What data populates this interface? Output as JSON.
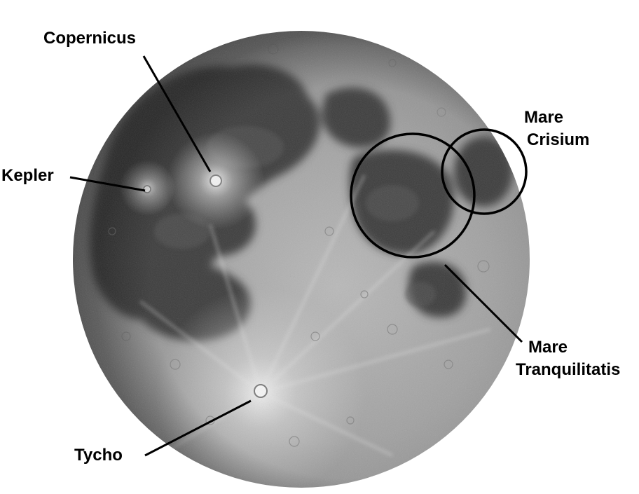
{
  "colors": {
    "background": "#ffffff",
    "label_text": "#000000",
    "annotation_line": "#000000",
    "maria_dark": "#3a3a3a",
    "highlands_light": "#a9a9a9",
    "ray_bright": "#e6e6e6"
  },
  "labels": {
    "copernicus": "Copernicus",
    "kepler": "Kepler",
    "tycho": "Tycho",
    "mare_crisium_line1": "Mare",
    "mare_crisium_line2": "Crisium",
    "mare_tranquilitatis_line1": "Mare",
    "mare_tranquilitatis_line2": "Tranquilitatis"
  }
}
